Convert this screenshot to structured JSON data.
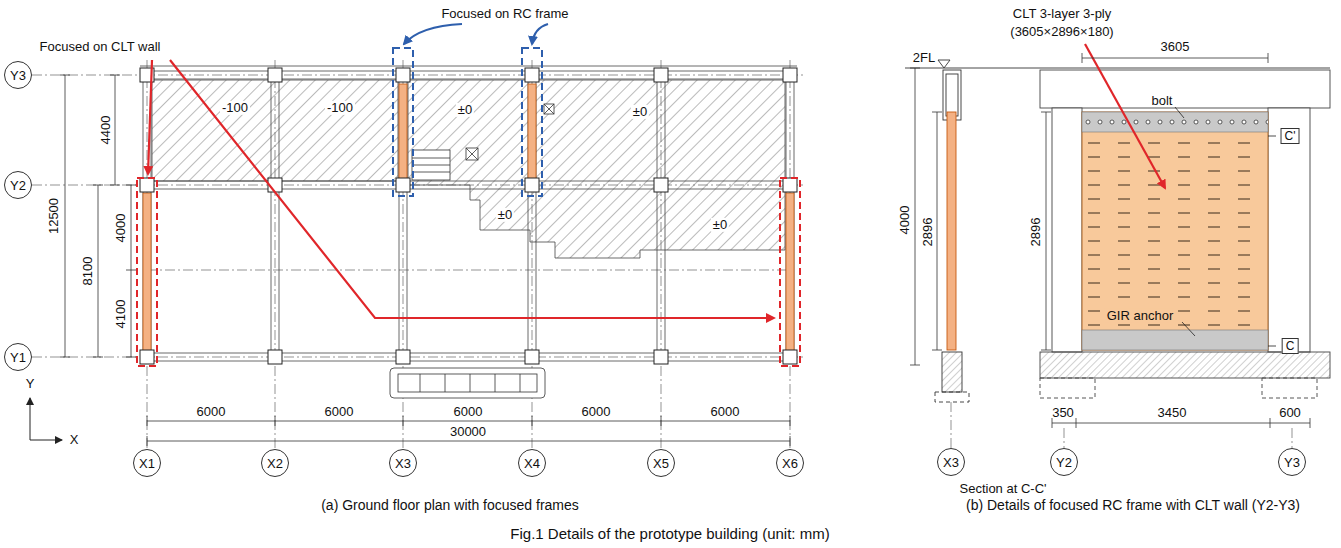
{
  "diagram": {
    "caption": "Fig.1 Details of the prototype building (unit: mm)",
    "nodes": [
      {
        "text": [
          "Y3"
        ]
      },
      {
        "text": [
          "Y2"
        ]
      },
      {
        "text": [
          "Y1"
        ]
      },
      {
        "text": [
          "X1"
        ]
      },
      {
        "text": [
          "X2"
        ]
      },
      {
        "text": [
          "X3"
        ]
      },
      {
        "text": [
          "X4"
        ]
      },
      {
        "text": [
          "X5"
        ]
      },
      {
        "text": [
          "X6"
        ]
      },
      {
        "text": [
          "X3"
        ]
      },
      {
        "text": [
          "Y2"
        ]
      },
      {
        "text": [
          "Y3"
        ]
      },
      {
        "text": [
          "C'"
        ]
      },
      {
        "text": [
          "C"
        ]
      }
    ],
    "labels": [
      "Focused on RC frame",
      "Focused on CLT wall",
      "CLT 3-layer 3-ply",
      "(3605×2896×180)",
      "4400",
      "12500",
      "4000",
      "8100",
      "4100",
      "6000",
      "6000",
      "6000",
      "6000",
      "6000",
      "30000",
      "-100",
      "-100",
      "±0",
      "±0",
      "±0",
      "±0",
      "Y",
      "X",
      "(a) Ground floor plan with focused frames",
      "3605",
      "2FL",
      "4000",
      "2896",
      "2896",
      "bolt",
      "GIR anchor",
      "350",
      "3450",
      "600",
      "Section at C-C'",
      "(b) Details of focused RC frame with CLT wall (Y2-Y3)"
    ]
  }
}
